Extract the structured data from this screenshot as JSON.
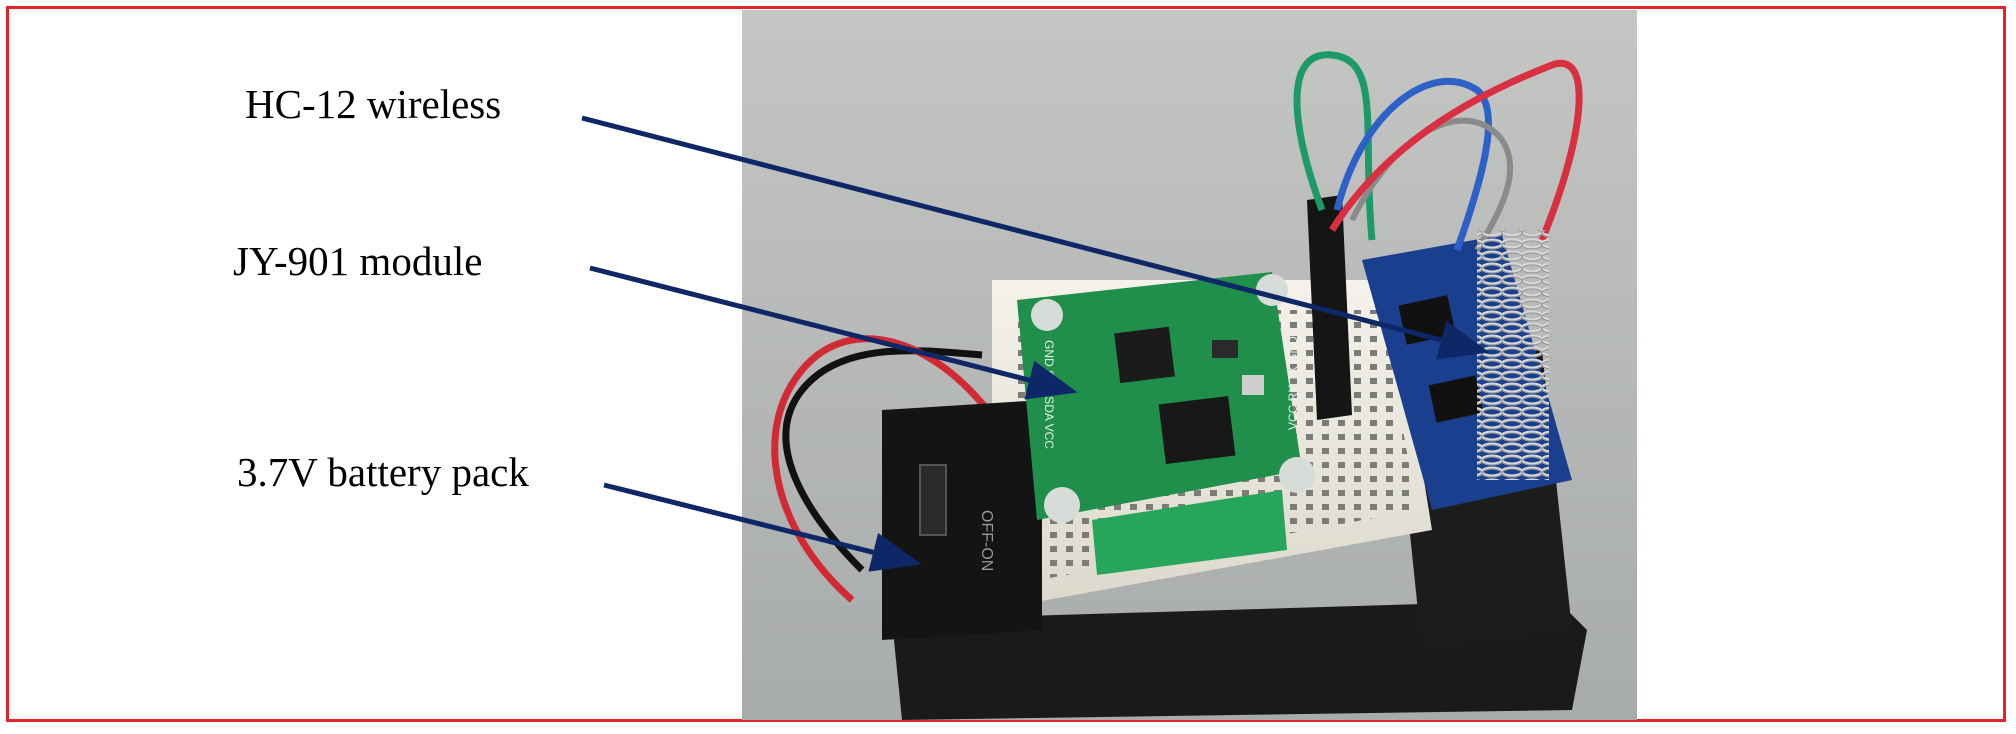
{
  "labels": {
    "hc12": "HC-12 wireless",
    "jy901": "JY-901 module",
    "battery": "3.7V battery pack"
  },
  "pcb_text": {
    "switch": "OFF-ON",
    "left_pins": "GND SCL SDA VCC",
    "right_pins": "VCC RX TX GND"
  },
  "colors": {
    "frame": "#e0242a",
    "arrow": "#0e2766",
    "pcb_green": "#1f8f4b",
    "breadboard": "#efede6",
    "battery_case": "#151515",
    "hc12_board": "#1b3f8f"
  }
}
